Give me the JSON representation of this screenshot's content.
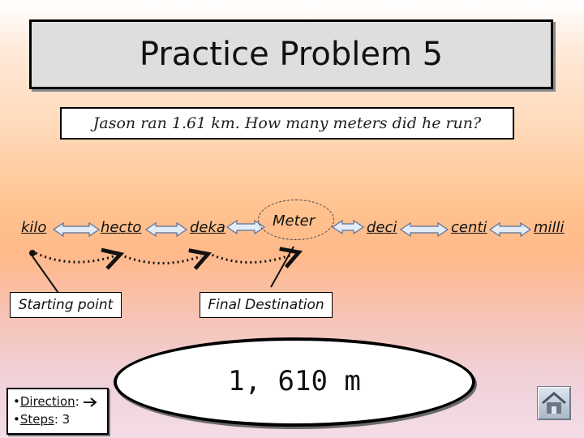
{
  "slide": {
    "title": "Practice Problem 5",
    "question": "Jason ran 1.61 km.  How many meters did he run?"
  },
  "ladder": {
    "prefixes": [
      "kilo",
      "hecto",
      "deka",
      "Meter",
      "deci",
      "centi",
      "milli"
    ]
  },
  "labels": {
    "start": "Starting point",
    "final": "Final Destination"
  },
  "answer": "1, 610 m",
  "info": {
    "direction_label": "Direction",
    "direction_value": ":",
    "steps_label": "Steps",
    "steps_value": ": 3"
  },
  "icons": {
    "direction_arrow": "arrow-right-icon",
    "home": "home-icon"
  }
}
